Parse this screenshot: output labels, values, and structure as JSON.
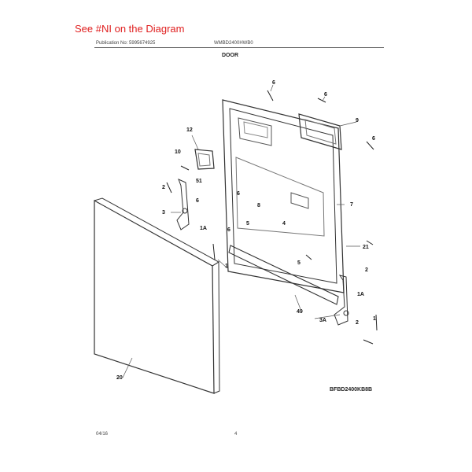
{
  "banner": "See #NI on the Diagram",
  "header": {
    "publication_no": "Publication No: 5995674925",
    "model": "WMBD2400HWB0",
    "section_title": "DOOR"
  },
  "callouts": {
    "c6a": "6",
    "c6b": "6",
    "c9": "9",
    "c6c": "6",
    "c12": "12",
    "c10": "10",
    "c2a": "2",
    "c51": "51",
    "c6d": "6",
    "c6e": "6",
    "c8": "8",
    "c7": "7",
    "c3": "3",
    "c4": "4",
    "c5a": "5",
    "c1Aa": "1A",
    "c6f": "6",
    "c1a": "1",
    "c21": "21",
    "c5b": "5",
    "c2b": "2",
    "c1Ab": "1A",
    "c49": "49",
    "c3A": "3A",
    "c2c": "2",
    "c1b": "1",
    "c20": "20"
  },
  "drawing_number": "BFBD2400KB8B",
  "footer": {
    "date": "04/16",
    "page": "4"
  }
}
